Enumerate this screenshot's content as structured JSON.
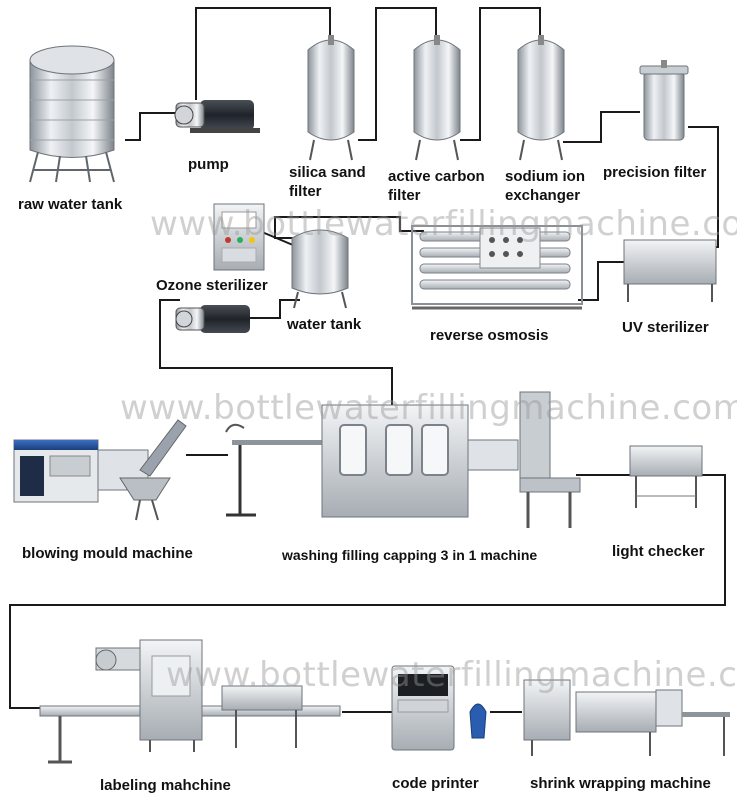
{
  "watermark": "www.bottlewaterfillingmachine.com",
  "labels": {
    "raw_water_tank": "raw water tank",
    "pump": "pump",
    "silica_sand_filter": "silica sand filter",
    "active_carbon_filter": "active carbon filter",
    "sodium_ion_exchanger": "sodium ion exchanger",
    "precision_filter": "precision filter",
    "ozone_sterilizer": "Ozone sterilizer",
    "water_tank": "water tank",
    "reverse_osmosis": "reverse osmosis",
    "uv_sterilizer": "UV sterilizer",
    "blowing_mould_machine": "blowing mould machine",
    "washing_filling_capping": "washing filling capping 3 in 1 machine",
    "light_checker": "light checker",
    "labeling_machine": "labeling mahchine",
    "code_printer": "code printer",
    "shrink_wrapping_machine": "shrink wrapping machine"
  },
  "colors": {
    "pipe": "#1a1a1a",
    "steel_light": "#e9ecef",
    "steel_mid": "#b7bcc2",
    "steel_dark": "#7b8289",
    "motor_dark": "#2b2f36",
    "blue_accent": "#2a5db0"
  }
}
